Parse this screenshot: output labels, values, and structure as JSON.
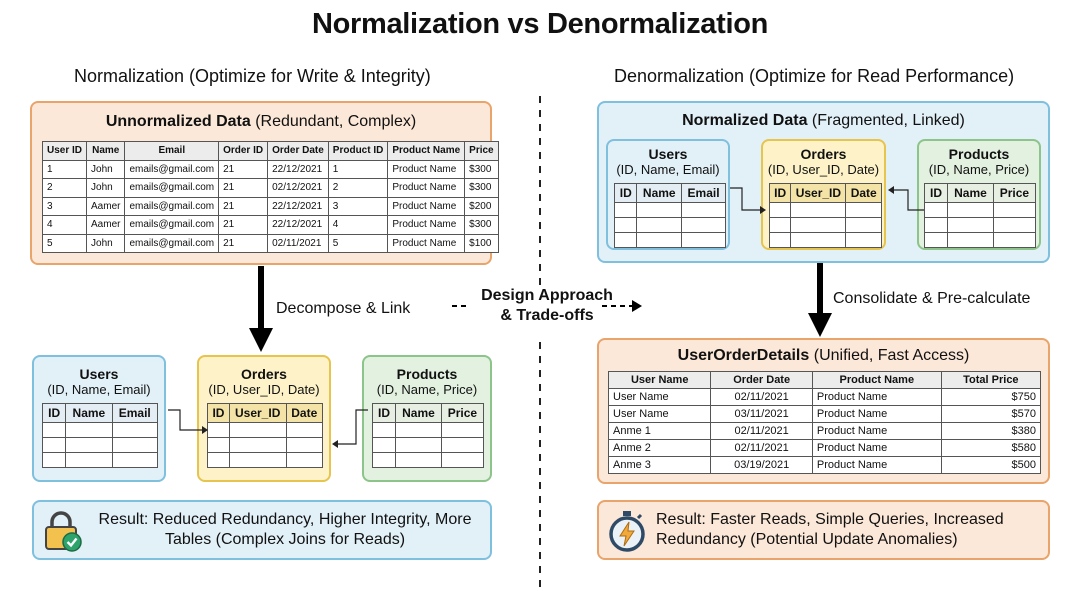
{
  "title": "Normalization vs Denormalization",
  "left": {
    "heading": "Normalization (Optimize for Write & Integrity)",
    "unnormalized": {
      "title": "Unnormalized Data",
      "subtitle": "(Redundant, Complex)",
      "columns": [
        "User ID",
        "Name",
        "Email",
        "Order ID",
        "Order Date",
        "Product ID",
        "Product Name",
        "Price"
      ],
      "rows": [
        [
          "1",
          "John",
          "emails@gmail.com",
          "21",
          "22/12/2021",
          "1",
          "Product Name",
          "$300"
        ],
        [
          "2",
          "John",
          "emails@gmail.com",
          "21",
          "02/12/2021",
          "2",
          "Product Name",
          "$300"
        ],
        [
          "3",
          "Aamer",
          "emails@gmail.com",
          "21",
          "22/12/2021",
          "3",
          "Product Name",
          "$200"
        ],
        [
          "4",
          "Aamer",
          "emails@gmail.com",
          "21",
          "22/12/2021",
          "4",
          "Product Name",
          "$300"
        ],
        [
          "5",
          "John",
          "emails@gmail.com",
          "21",
          "02/11/2021",
          "5",
          "Product Name",
          "$100"
        ]
      ]
    },
    "arrow_label": "Decompose & Link",
    "users": {
      "title": "Users",
      "subtitle": "(ID, Name, Email)",
      "columns": [
        "ID",
        "Name",
        "Email"
      ]
    },
    "orders": {
      "title": "Orders",
      "subtitle": "(ID, User_ID, Date)",
      "columns": [
        "ID",
        "User_ID",
        "Date"
      ]
    },
    "products": {
      "title": "Products",
      "subtitle": "(ID, Name, Price)",
      "columns": [
        "ID",
        "Name",
        "Price"
      ]
    },
    "result": "Result: Reduced Redundancy, Higher Integrity, More Tables (Complex Joins for Reads)"
  },
  "center": {
    "line1": "Design Approach",
    "line2": "& Trade-offs"
  },
  "right": {
    "heading": "Denormalization (Optimize for Read Performance)",
    "normalized": {
      "title": "Normalized Data",
      "subtitle": "(Fragmented, Linked)"
    },
    "users": {
      "title": "Users",
      "subtitle": "(ID, Name, Email)",
      "columns": [
        "ID",
        "Name",
        "Email"
      ]
    },
    "orders": {
      "title": "Orders",
      "subtitle": "(ID, User_ID, Date)",
      "columns": [
        "ID",
        "User_ID",
        "Date"
      ]
    },
    "products": {
      "title": "Products",
      "subtitle": "(ID, Name, Price)",
      "columns": [
        "ID",
        "Name",
        "Price"
      ]
    },
    "arrow_label": "Consolidate & Pre-calculate",
    "details": {
      "title": "UserOrderDetails",
      "subtitle": "(Unified, Fast Access)",
      "columns": [
        "User Name",
        "Order Date",
        "Product Name",
        "Total Price"
      ],
      "rows": [
        [
          "User Name",
          "02/11/2021",
          "Product Name",
          "$750"
        ],
        [
          "User Name",
          "03/11/2021",
          "Product Name",
          "$570"
        ],
        [
          "Anme 1",
          "02/11/2021",
          "Product Name",
          "$380"
        ],
        [
          "Anme 2",
          "02/11/2021",
          "Product Name",
          "$580"
        ],
        [
          "Anme 3",
          "03/19/2021",
          "Product Name",
          "$500"
        ]
      ]
    },
    "result": "Result: Faster Reads, Simple Queries, Increased Redundancy (Potential Update Anomalies)"
  },
  "colors": {
    "orange_panel": "#fce8d8",
    "blue_panel": "#e2f0f8",
    "yellow_panel": "#fdf2c8",
    "green_panel": "#e3f1e0"
  },
  "icons": {
    "left_result": "lock-check-icon",
    "right_result": "stopwatch-bolt-icon"
  }
}
